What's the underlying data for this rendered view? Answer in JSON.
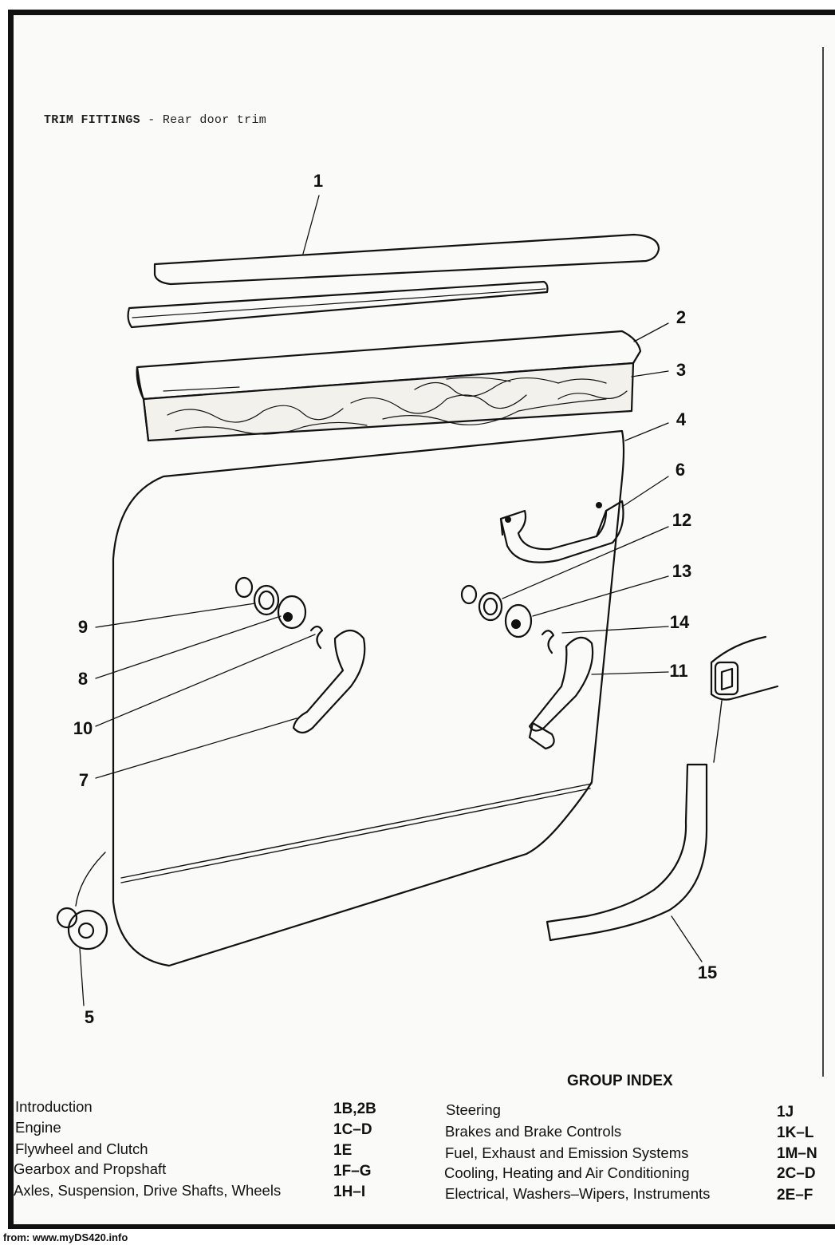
{
  "header": {
    "title_bold": "TRIM FITTINGS",
    "title_rest": " - Rear door trim"
  },
  "callouts": [
    "1",
    "2",
    "3",
    "4",
    "5",
    "6",
    "7",
    "8",
    "9",
    "10",
    "11",
    "12",
    "13",
    "14",
    "15"
  ],
  "group_index": {
    "title": "GROUP INDEX",
    "left": [
      {
        "label": "Introduction",
        "code": "1B,2B"
      },
      {
        "label": "Engine",
        "code": "1C–D"
      },
      {
        "label": "Flywheel and Clutch",
        "code": "1E"
      },
      {
        "label": "Gearbox and Propshaft",
        "code": "1F–G"
      },
      {
        "label": "Axles, Suspension, Drive Shafts, Wheels",
        "code": "1H–I"
      }
    ],
    "right": [
      {
        "label": "Steering",
        "code": "1J"
      },
      {
        "label": "Brakes and Brake Controls",
        "code": "1K–L"
      },
      {
        "label": "Fuel, Exhaust and Emission Systems",
        "code": "1M–N"
      },
      {
        "label": "Cooling, Heating and Air Conditioning",
        "code": "2C–D"
      },
      {
        "label": "Electrical, Washers–Wipers, Instruments",
        "code": "2E–F"
      }
    ]
  },
  "footer": "from: www.myDS420.info"
}
